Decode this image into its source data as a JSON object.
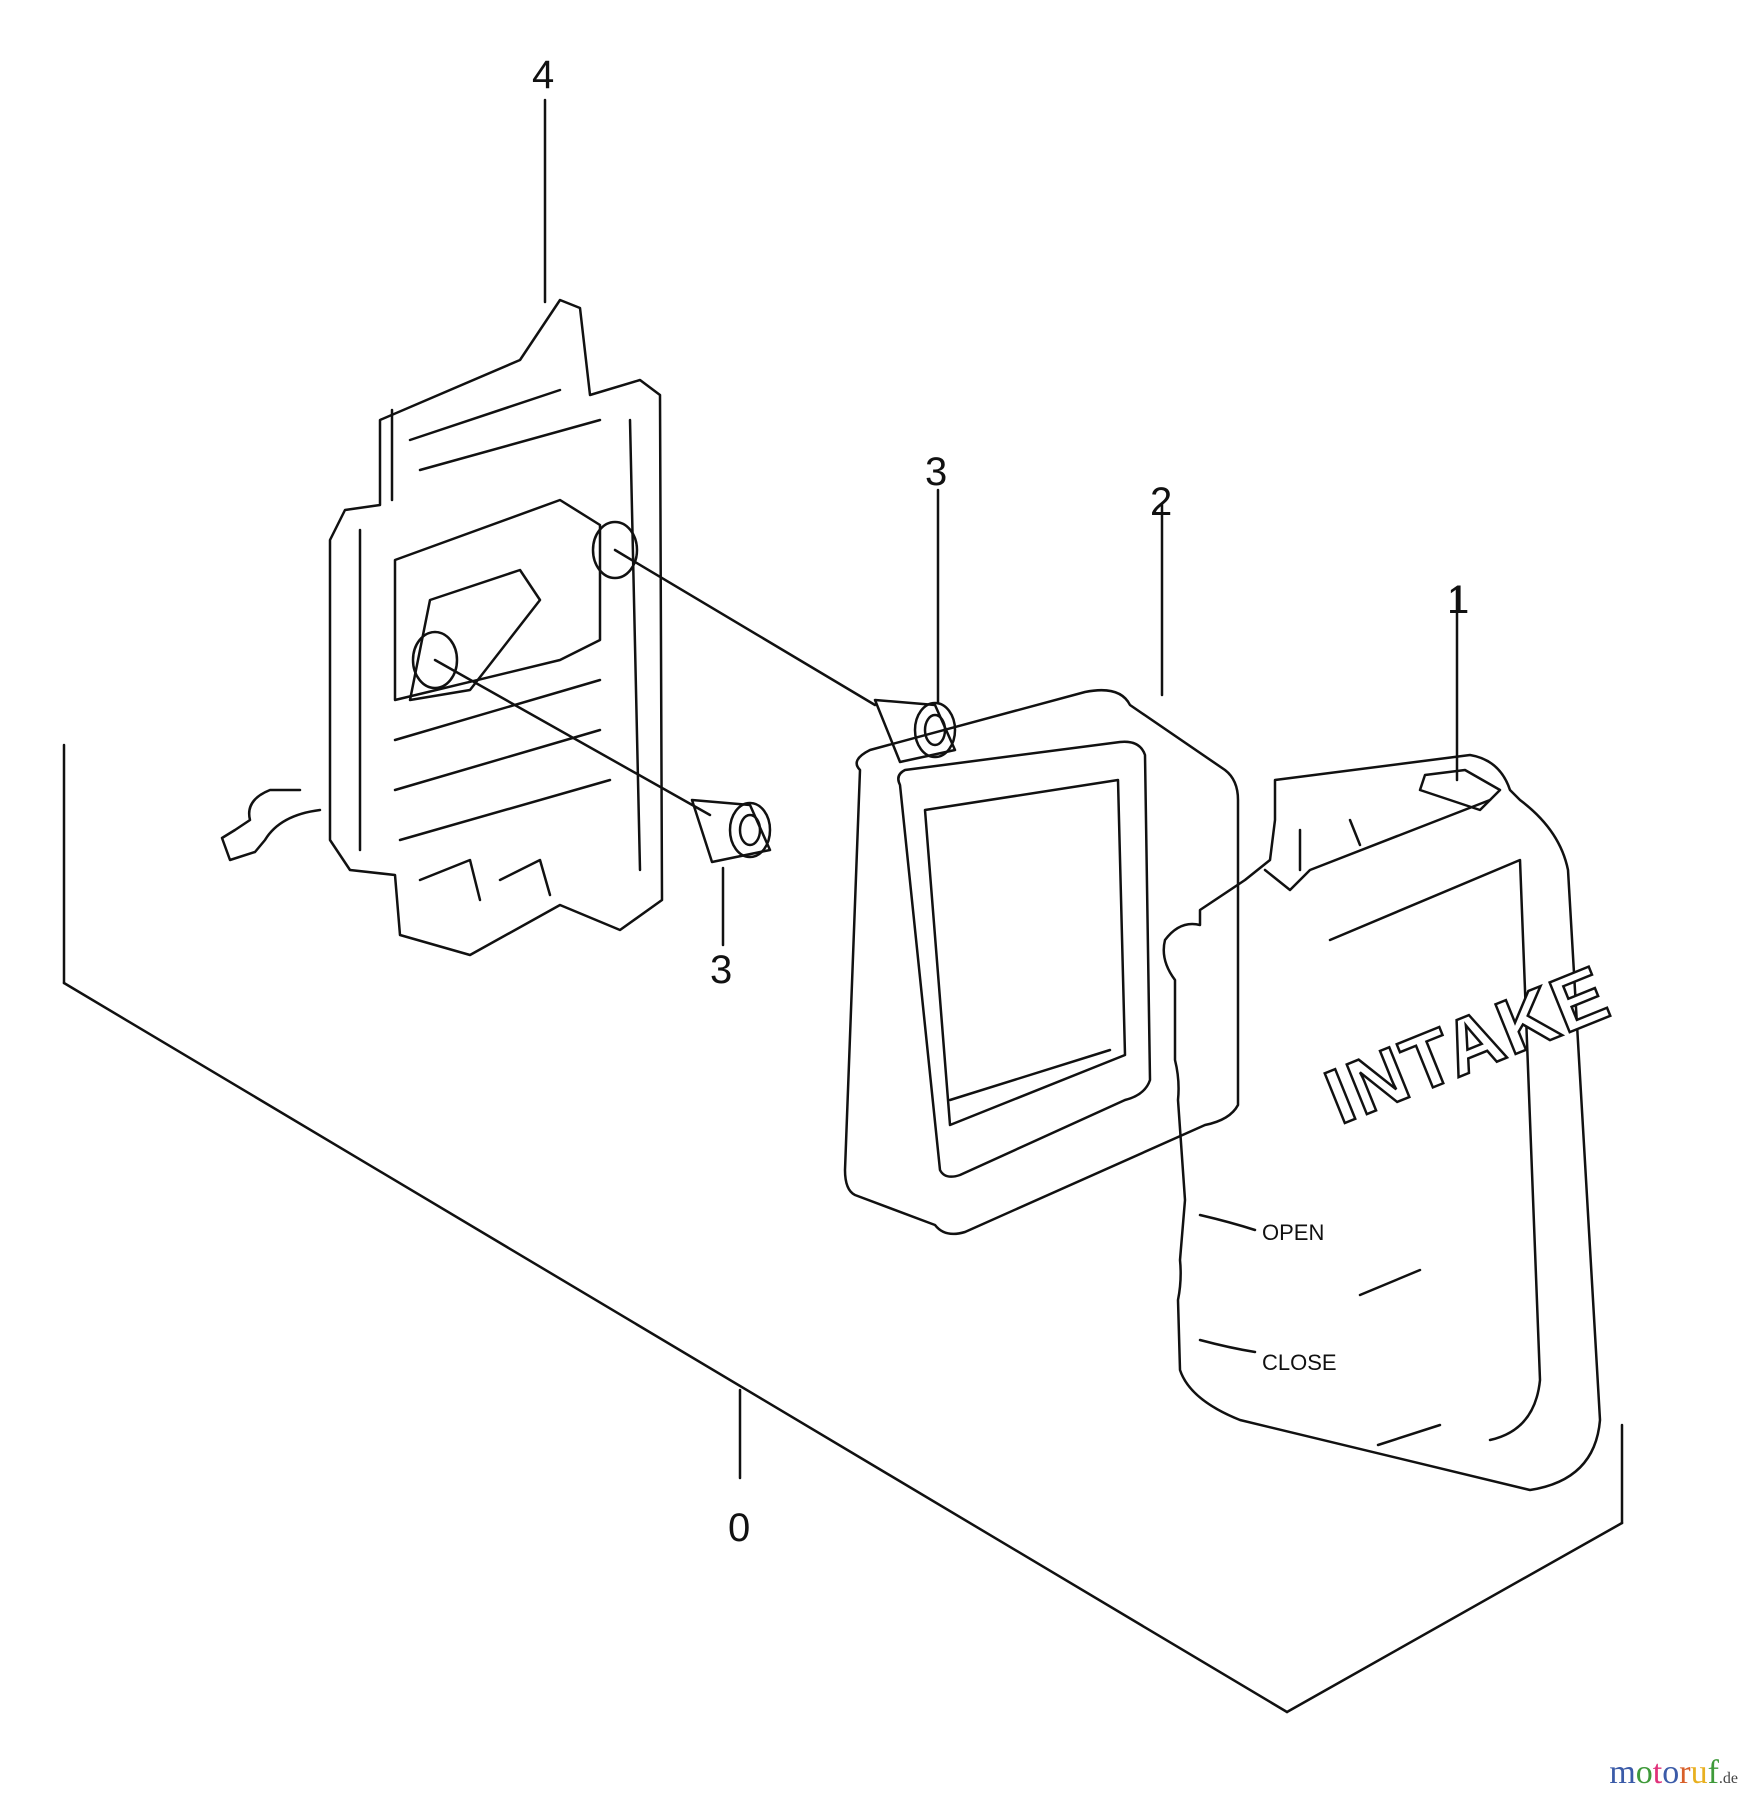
{
  "diagram": {
    "type": "exploded-parts-view",
    "subject": "Air cleaner / intake assembly",
    "callouts": [
      {
        "id": "0",
        "label": "0",
        "part": "assembly-bracket"
      },
      {
        "id": "1",
        "label": "1",
        "part": "intake-cover"
      },
      {
        "id": "2",
        "label": "2",
        "part": "foam-filter-element"
      },
      {
        "id": "3a",
        "label": "3",
        "part": "bushing-upper"
      },
      {
        "id": "3b",
        "label": "3",
        "part": "bushing-lower"
      },
      {
        "id": "4",
        "label": "4",
        "part": "air-cleaner-base"
      }
    ],
    "cover_text": {
      "brand": "INTAKE",
      "open": "OPEN",
      "close": "CLOSE"
    }
  },
  "watermark": {
    "letters": [
      "m",
      "o",
      "t",
      "o",
      "r",
      "u",
      "f"
    ],
    "colors": [
      "#3b5ba8",
      "#3f9a3a",
      "#e0317a",
      "#3b5ba8",
      "#d8602a",
      "#e8b020",
      "#3f9a3a"
    ],
    "tld": ".de"
  }
}
